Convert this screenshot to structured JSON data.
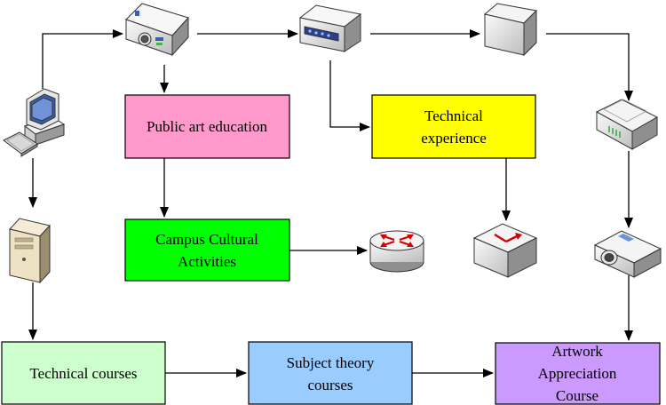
{
  "nodes": {
    "public_art": {
      "lines": [
        "Public art education"
      ],
      "fill": "#ff99cc"
    },
    "technical_experience": {
      "lines": [
        "Technical",
        "experience"
      ],
      "fill": "#ffff00"
    },
    "campus_cultural": {
      "lines": [
        "Campus Cultural",
        "Activities"
      ],
      "fill": "#00ff00"
    },
    "technical_courses": {
      "lines": [
        "Technical courses"
      ],
      "fill": "#ccffcc"
    },
    "subject_theory": {
      "lines": [
        "Subject theory",
        "courses"
      ],
      "fill": "#99ccff"
    },
    "artwork_appreciation": {
      "lines": [
        "Artwork",
        "Appreciation",
        "Course"
      ],
      "fill": "#cc99ff"
    }
  },
  "icons": [
    "computer-icon",
    "projector-icon",
    "tape-drive-icon",
    "gray-block-icon",
    "modem-icon",
    "server-tower-icon",
    "router-icon",
    "switch-icon",
    "video-projector-icon"
  ]
}
